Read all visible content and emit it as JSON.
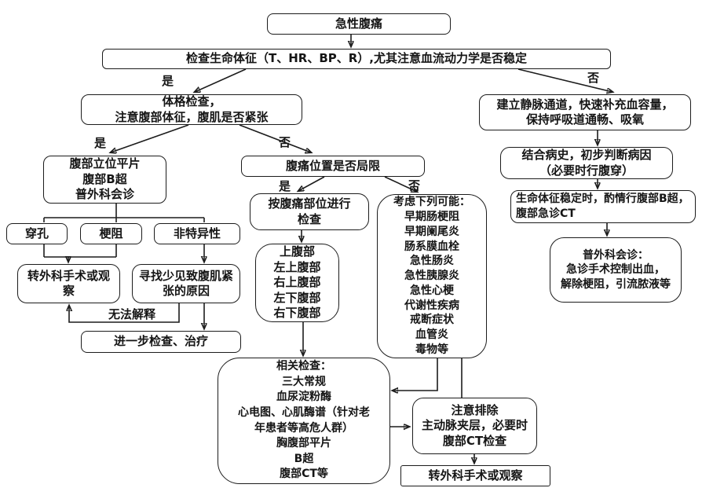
{
  "diagram": {
    "background": "#ffffff",
    "ink": "#1c1c1c"
  },
  "nodes": {
    "start": "急性腹痛",
    "vitals": "检查生命体征（T、HR、BP、R）,尤其注意血流动力学是否稳定",
    "physical": "体格检查，\n注意腹部体征，腹肌是否紧张",
    "xray": "腹部立位平片\n腹部B超\n普外科会诊",
    "perforation": "穿孔",
    "obstruction": "梗阻",
    "nonspecific": "非特异性",
    "surgery_left": "转外科手术或观\n察",
    "rare_causes": "寻找少见致腹肌紧\n张的原因",
    "further": "进一步检查、治疗",
    "localized": "腹痛位置是否局限",
    "by_location": "按腹痛部位进行\n检查",
    "regions": "上腹部\n左上腹部\n右上腹部\n左下腹部\n右下腹部",
    "possibilities": "考虑下列可能：\n早期肠梗阻\n早期阑尾炎\n肠系膜血栓\n急性肠炎\n急性胰腺炎\n急性心梗\n代谢性疾病\n戒断症状\n血管炎\n毒物等",
    "tests": "相关检查：\n三大常规\n血尿淀粉酶\n心电图、心肌酶谱（针对老\n年患者等高危人群）\n胸腹部平片\nB超\n腹部CT等",
    "iv": "建立静脉通道，快速补充血容量，\n保持呼吸道通畅、吸氧",
    "history": "结合病史，初步判断病因\n（必要时行腹穿）",
    "stable": "生命体征稳定时，酌情行腹部B超，\n腹部急诊CT",
    "consult": "普外科会诊：\n急诊手术控制出血，\n解除梗阻，引流脓液等",
    "exclude": "注意排除\n主动脉夹层，必要时\n腹部CT检查",
    "surgery_bottom": "转外科手术或观察"
  },
  "edge_labels": {
    "vitals_yes": "是",
    "vitals_no": "否",
    "physical_yes": "是",
    "physical_no": "否",
    "localized_yes": "是",
    "localized_no": "否",
    "cannot_explain": "无法解释"
  }
}
